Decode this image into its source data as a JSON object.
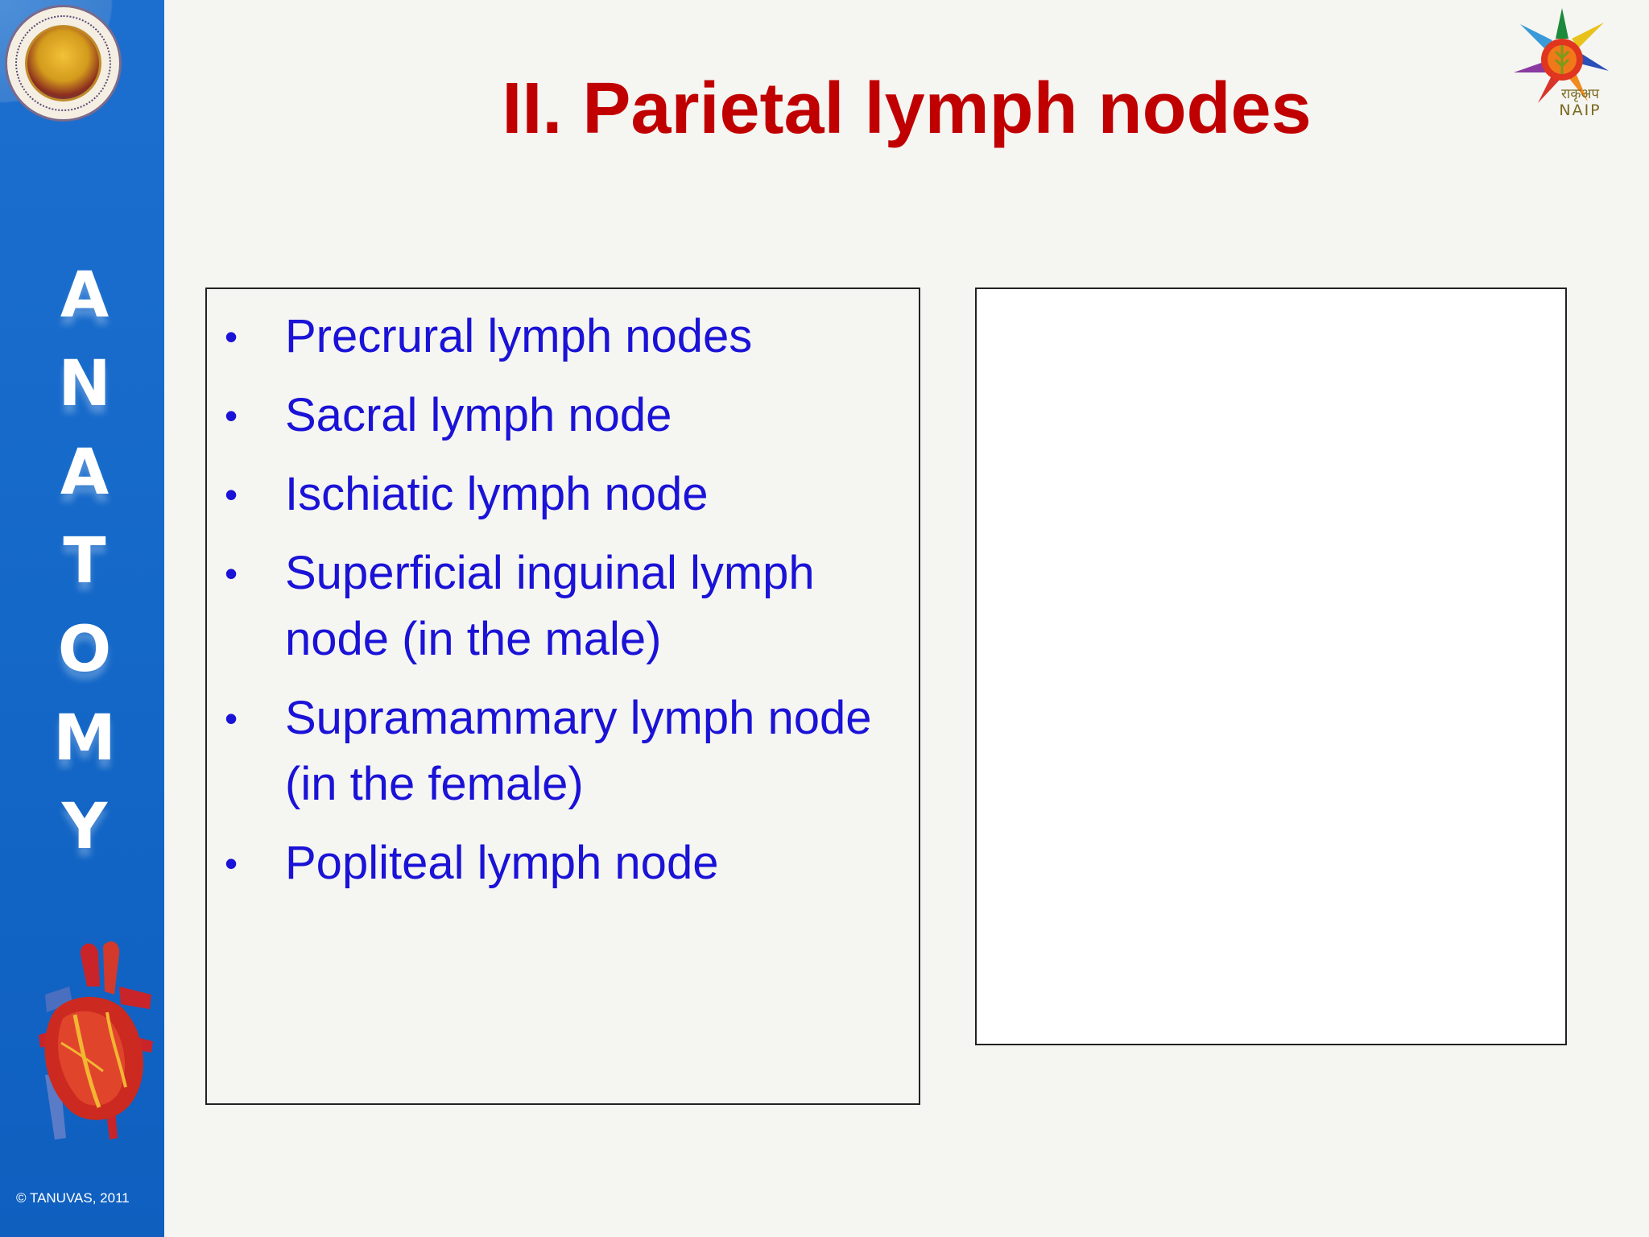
{
  "slide": {
    "title": "II. Parietal lymph nodes",
    "bullets": [
      "Precrural lymph nodes",
      "Sacral lymph node",
      "Ischiatic lymph node",
      "Superficial inguinal lymph node (in the male)",
      "Supramammary lymph node (in the female)",
      "Popliteal lymph node"
    ]
  },
  "sidebar": {
    "letters": [
      "A",
      "N",
      "A",
      "T",
      "O",
      "M",
      "Y"
    ],
    "copyright": "© TANUVAS, 2011",
    "emblem_icon": "university-emblem-icon",
    "heart_icon": "heart-illustration-icon"
  },
  "logo": {
    "hindi": "राकृअप",
    "text": "NAIP",
    "icon": "naip-star-logo-icon"
  },
  "colors": {
    "sidebar_blue": "#1468c8",
    "title_red": "#c00000",
    "bullet_blue": "#1a12d6",
    "background": "#f5f5f2"
  }
}
